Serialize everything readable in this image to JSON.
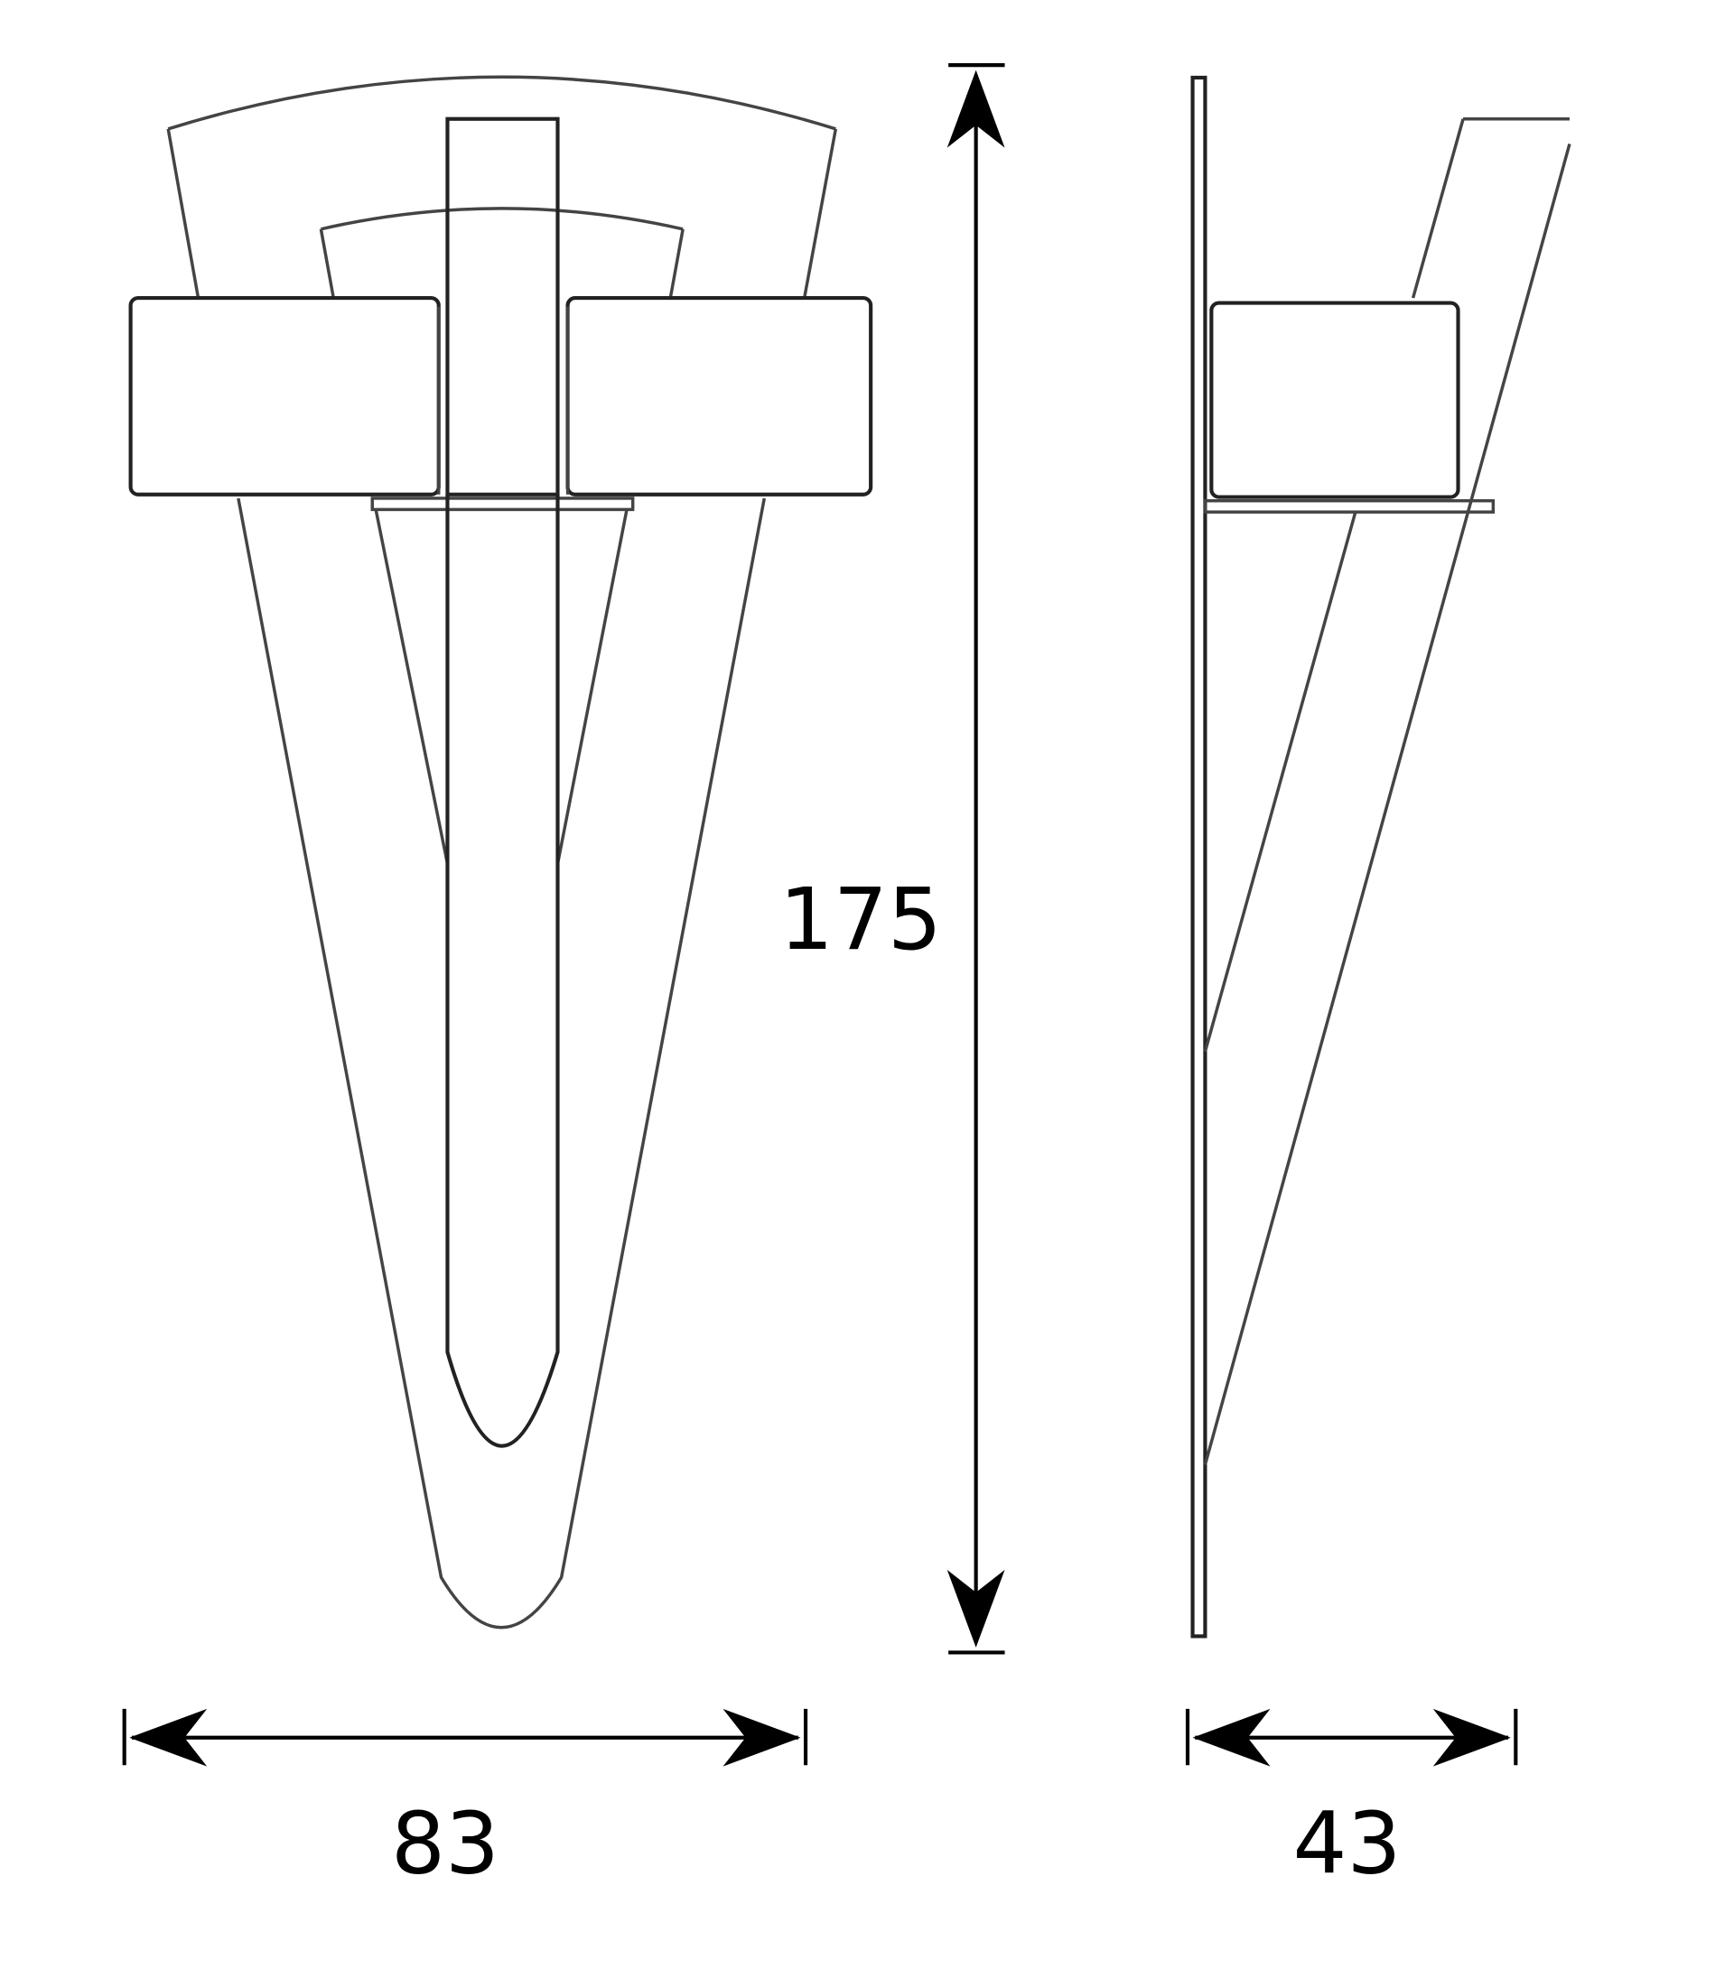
{
  "dimensions": {
    "height": "175",
    "width_front": "83",
    "depth_side": "43"
  },
  "colors": {
    "line": "#222222",
    "background": "#ffffff"
  }
}
